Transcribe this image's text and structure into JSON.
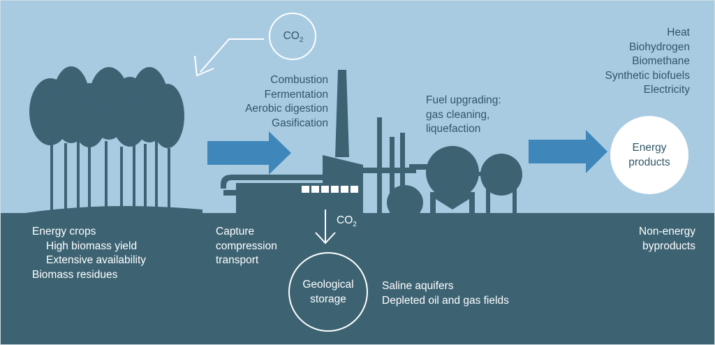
{
  "colors": {
    "sky": "#a9cbe2",
    "ground": "#3d6373",
    "silhouette": "#3d6373",
    "arrow": "#3f86bb",
    "light_text": "#ffffff",
    "dark_text": "#2f5668"
  },
  "co2_top": {
    "main": "CO",
    "sub": "2"
  },
  "co2_down": {
    "main": "CO",
    "sub": "2"
  },
  "conversion_processes": [
    "Combustion",
    "Fermentation",
    "Aerobic digestion",
    "Gasification"
  ],
  "fuel_upgrading": [
    "Fuel upgrading:",
    "gas cleaning,",
    "liquefaction"
  ],
  "outputs": [
    "Heat",
    "Biohydrogen",
    "Biomethane",
    "Synthetic biofuels",
    "Electricity"
  ],
  "energy_products": [
    "Energy",
    "products"
  ],
  "feedstock": {
    "heading": "Energy crops",
    "sub_items": [
      "High biomass yield",
      "Extensive availability"
    ],
    "residues": "Biomass residues"
  },
  "capture": [
    "Capture",
    "compression",
    "transport"
  ],
  "geological_storage": [
    "Geological",
    "storage"
  ],
  "storage_sites": [
    "Saline aquifers",
    "Depleted oil and gas fields"
  ],
  "byproducts": [
    "Non-energy",
    "byproducts"
  ]
}
